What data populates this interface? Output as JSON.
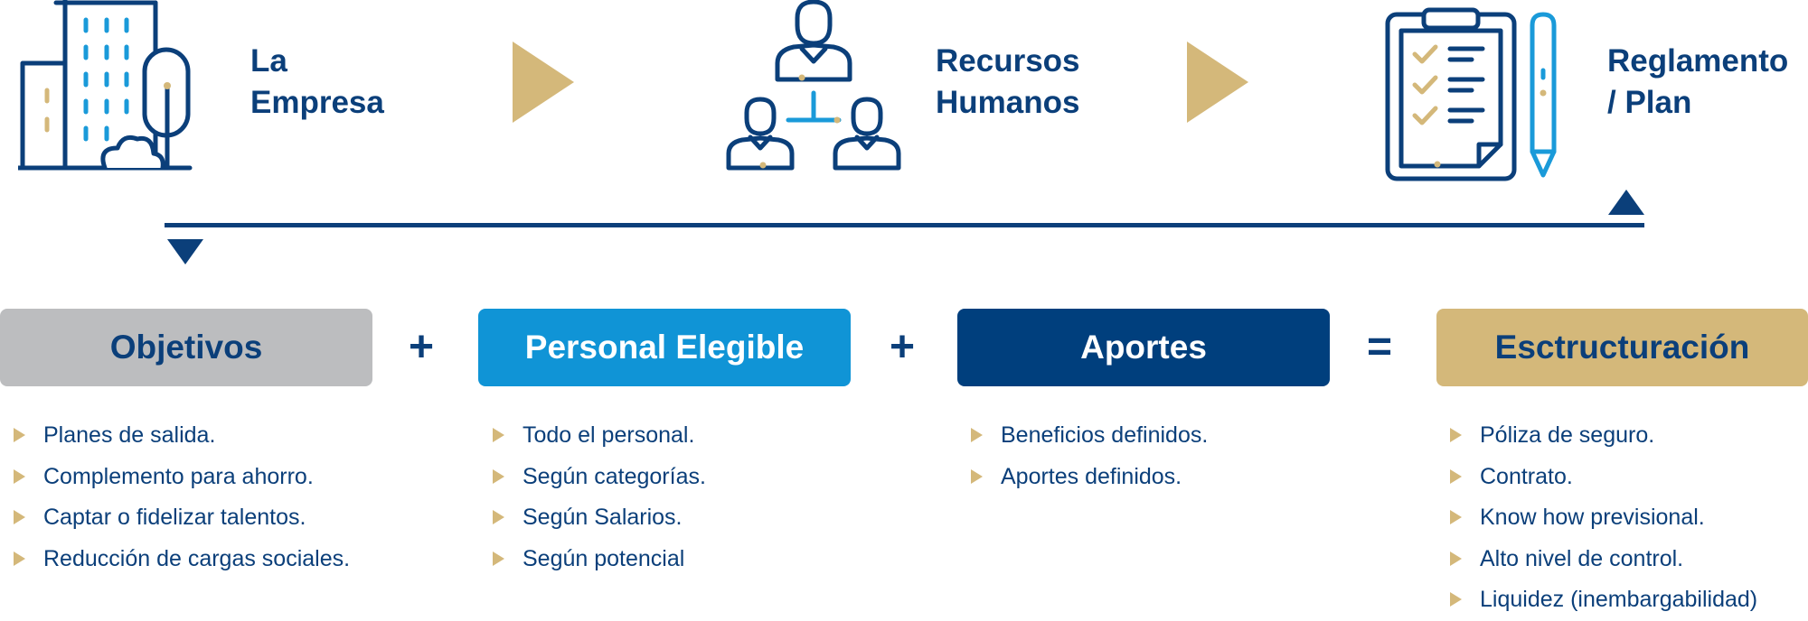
{
  "steps": [
    {
      "line1": "La",
      "line2": "Empresa",
      "icon": "building-icon"
    },
    {
      "line1": "Recursos",
      "line2": "Humanos",
      "icon": "people-network-icon"
    },
    {
      "line1": "Reglamento",
      "line2": "/ Plan",
      "icon": "clipboard-checklist-icon"
    }
  ],
  "operators": {
    "plus1": "+",
    "plus2": "+",
    "equals": "="
  },
  "boxes": [
    {
      "label": "Objetivos",
      "color": "#bcbdbf",
      "text_color": "#0b3f7a",
      "items": [
        "Planes de salida.",
        "Complemento para ahorro.",
        "Captar o fidelizar talentos.",
        "Reducción de cargas sociales."
      ]
    },
    {
      "label": "Personal Elegible",
      "color": "#1094d6",
      "text_color": "#ffffff",
      "items": [
        "Todo el personal.",
        "Según categorías.",
        "Según Salarios.",
        "Según potencial"
      ]
    },
    {
      "label": "Aportes",
      "color": "#003f7d",
      "text_color": "#ffffff",
      "items": [
        "Beneficios definidos.",
        "Aportes definidos."
      ]
    },
    {
      "label": "Esctructuración",
      "color": "#d4b87a",
      "text_color": "#0b3f7a",
      "items": [
        "Póliza de seguro.",
        "Contrato.",
        "Know how previsional.",
        "Alto nivel de control.",
        "Liquidez (inembargabilidad)"
      ]
    }
  ],
  "colors": {
    "navy": "#0b3f7a",
    "blue": "#1a9ad9",
    "gold": "#d4b87a"
  }
}
